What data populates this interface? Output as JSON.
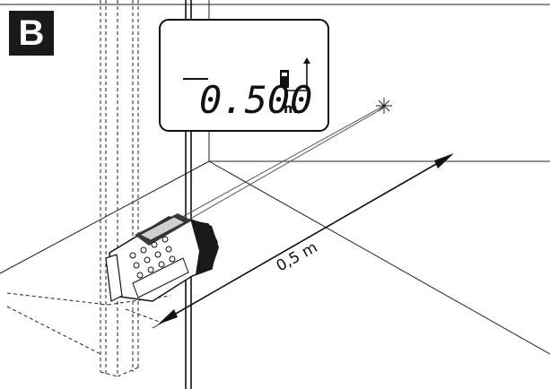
{
  "figure": {
    "label": "B",
    "display": {
      "value": "0.500",
      "unit": "m"
    },
    "dimension_label": "0,5 m"
  }
}
